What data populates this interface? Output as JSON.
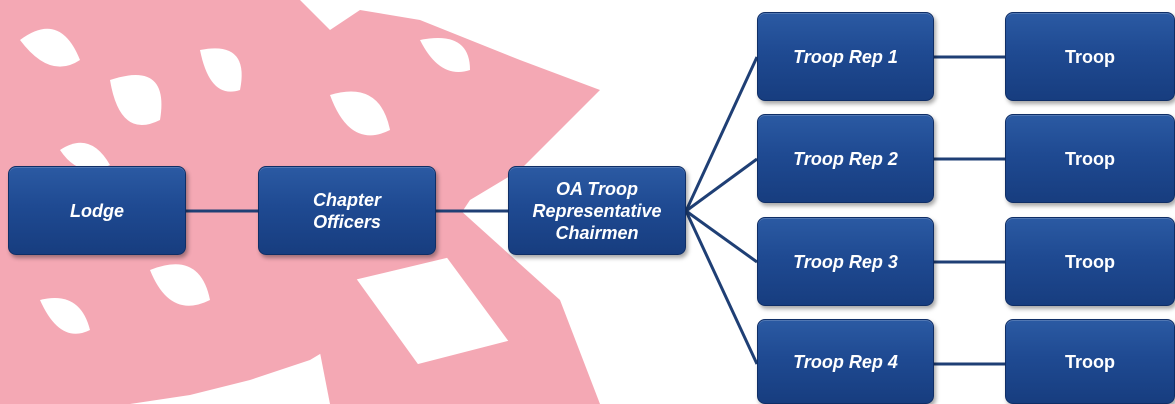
{
  "colors": {
    "node_fill": "#1f4a92",
    "node_border": "#0f2e66",
    "node_text": "#ffffff",
    "connector": "#1f3f75",
    "watermark": "#f4a8b4"
  },
  "nodes": {
    "lodge": "Lodge",
    "chapter_officers": "Chapter\nOfficers",
    "oa_troop_rep_chairmen": "OA Troop\nRepresentative\nChairmen",
    "troop_reps": [
      "Troop Rep 1",
      "Troop Rep 2",
      "Troop Rep 3",
      "Troop Rep 4"
    ],
    "troops": [
      "Troop",
      "Troop",
      "Troop",
      "Troop"
    ]
  }
}
